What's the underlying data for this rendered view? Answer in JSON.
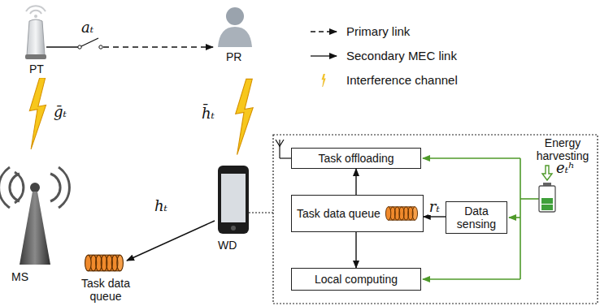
{
  "diagram": {
    "nodes": [
      {
        "text": [
          "Task offloading"
        ]
      },
      {
        "text": [
          "Task data queue"
        ]
      },
      {
        "text": [
          "Data sensing"
        ]
      },
      {
        "text": [
          "Local computing"
        ]
      }
    ],
    "edges": [
      {
        "from": 2,
        "to": 1,
        "arrow": "to",
        "label": "rₜ"
      },
      {
        "from": 1,
        "to": 0,
        "arrow": "to"
      },
      {
        "from": 1,
        "to": 3,
        "arrow": "to"
      }
    ],
    "labels": [
      "PT",
      "aₜ",
      "PR",
      "ḡₜ",
      "h̄ₜ",
      "MS",
      "hₜ",
      "WD",
      "Task data queue",
      "Energy harvesting",
      "eₜʰ"
    ],
    "legend": [
      {
        "text": "Primary link"
      },
      {
        "text": "Secondary MEC link"
      },
      {
        "text": "Interference channel"
      }
    ]
  }
}
